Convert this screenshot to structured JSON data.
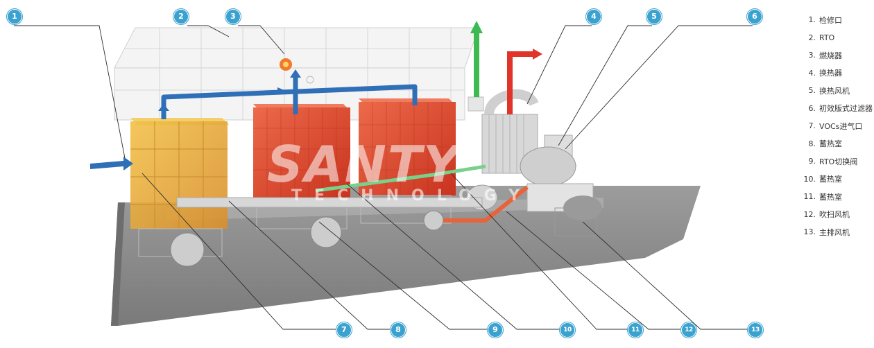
{
  "legend": {
    "items": [
      {
        "num": "1.",
        "label": "检修口"
      },
      {
        "num": "2.",
        "label": "RTO"
      },
      {
        "num": "3.",
        "label": "燃烧器"
      },
      {
        "num": "4.",
        "label": "换热器"
      },
      {
        "num": "5.",
        "label": "换热风机"
      },
      {
        "num": "6.",
        "label": "初效版式过滤器"
      },
      {
        "num": "7.",
        "label": "VOCs进气口"
      },
      {
        "num": "8.",
        "label": "蓄热室"
      },
      {
        "num": "9.",
        "label": "RTO切换阀"
      },
      {
        "num": "10.",
        "label": "蓄热室"
      },
      {
        "num": "11.",
        "label": "蓄热室"
      },
      {
        "num": "12.",
        "label": "吹扫风机"
      },
      {
        "num": "13.",
        "label": "主排风机"
      }
    ]
  },
  "callouts": {
    "c1": "1",
    "c2": "2",
    "c3": "3",
    "c4": "4",
    "c5": "5",
    "c6": "6",
    "c7": "7",
    "c8": "8",
    "c9": "9",
    "c10": "10",
    "c11": "11",
    "c12": "12",
    "c13": "13"
  },
  "watermark": {
    "brand": "SANTY",
    "sub": "TECHNOLOGY"
  },
  "colors": {
    "callout": "#3ba2cf",
    "chamber_yellow": "#e8a53a",
    "chamber_red": "#d9472c",
    "duct_blue": "#2f6fb8",
    "flow_green": "#3dba52",
    "flow_red": "#e0332a",
    "base_gray": "#8a8a8a"
  }
}
